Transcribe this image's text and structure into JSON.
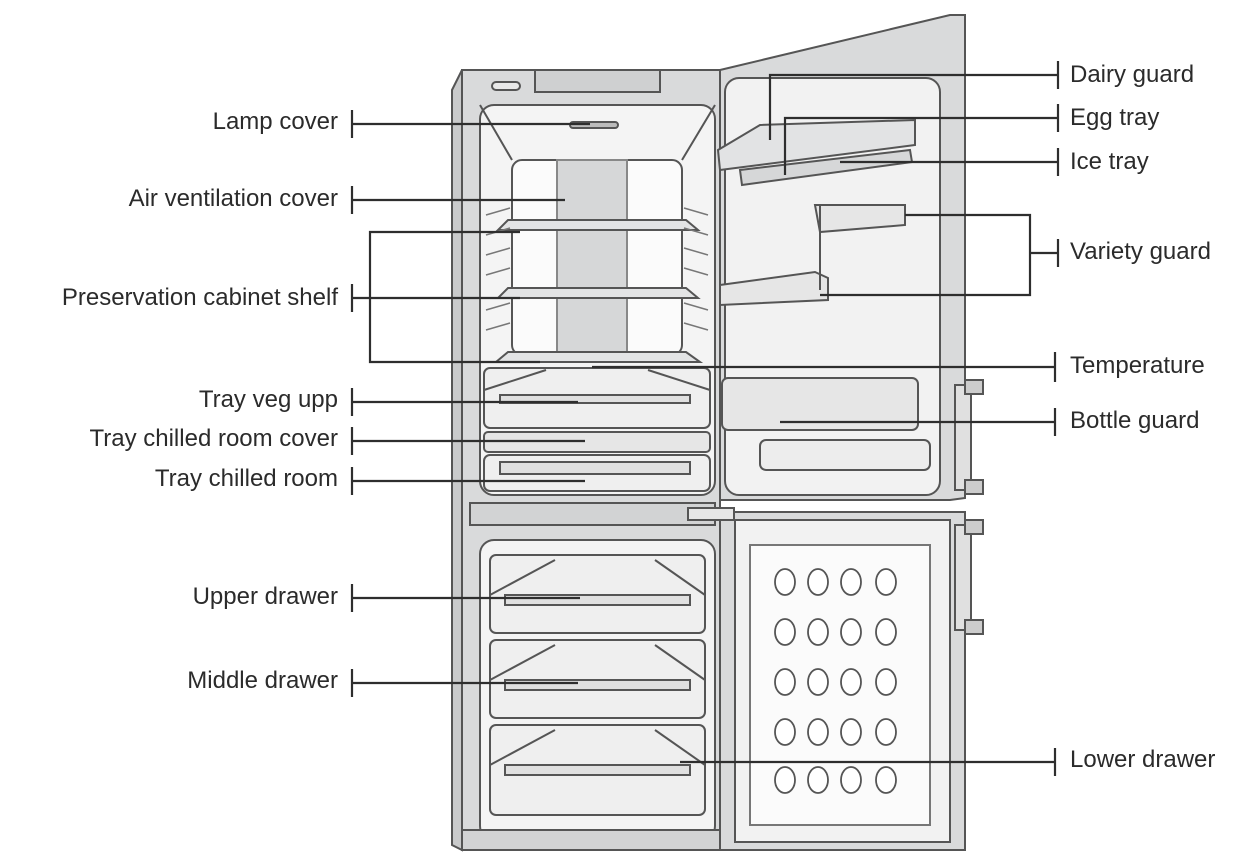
{
  "diagram": {
    "labels_left": [
      {
        "id": "lamp-cover",
        "text": "Lamp cover"
      },
      {
        "id": "air-ventilation-cover",
        "text": "Air ventilation cover"
      },
      {
        "id": "preservation-cabinet-shelf",
        "text": "Preservation cabinet shelf"
      },
      {
        "id": "tray-veg-upp",
        "text": "Tray veg upp"
      },
      {
        "id": "tray-chilled-room-cover",
        "text": "Tray chilled room cover"
      },
      {
        "id": "tray-chilled-room",
        "text": "Tray chilled room"
      },
      {
        "id": "upper-drawer",
        "text": "Upper drawer"
      },
      {
        "id": "middle-drawer",
        "text": "Middle drawer"
      }
    ],
    "labels_right": [
      {
        "id": "dairy-guard",
        "text": "Dairy guard"
      },
      {
        "id": "egg-tray",
        "text": "Egg tray"
      },
      {
        "id": "ice-tray",
        "text": "Ice tray"
      },
      {
        "id": "variety-guard",
        "text": "Variety guard"
      },
      {
        "id": "temperature",
        "text": "Temperature"
      },
      {
        "id": "bottle-guard",
        "text": "Bottle guard"
      },
      {
        "id": "lower-drawer",
        "text": "Lower drawer"
      }
    ],
    "colors": {
      "line": "#2e2e2e",
      "outline": "#555555",
      "panel": "#d9dadb",
      "inner": "#f4f4f4"
    }
  }
}
